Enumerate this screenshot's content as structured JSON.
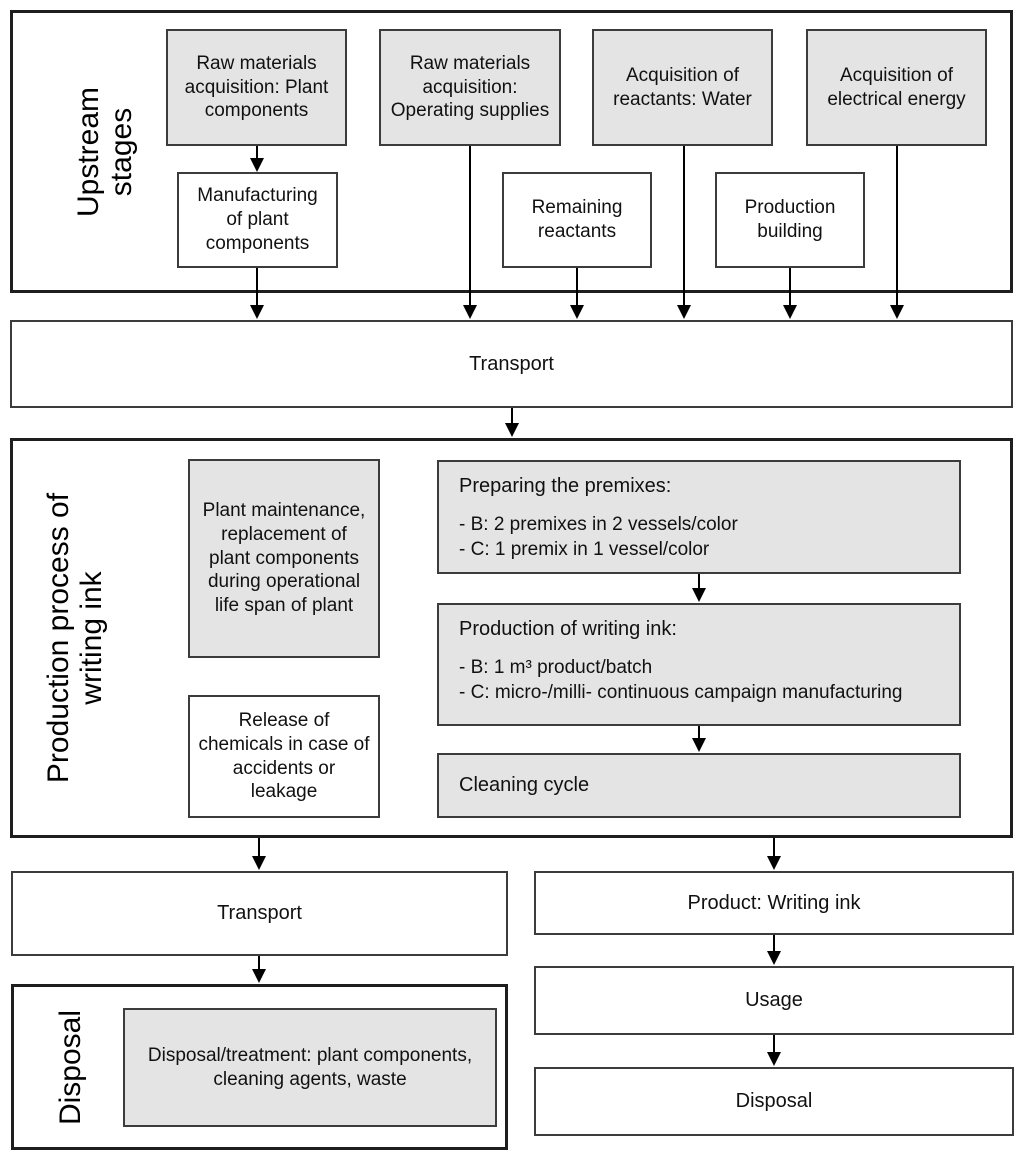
{
  "diagram": {
    "upstream": {
      "label_line1": "Upstream",
      "label_line2": "stages",
      "boxes": {
        "raw_plant": "Raw materials acquisition: Plant components",
        "raw_operating": "Raw materials acquisition: Operating supplies",
        "reactants_water": "Acquisition of reactants: Water",
        "electrical_energy": "Acquisition of electrical energy",
        "manufacturing": "Manufacturing of plant components",
        "remaining_reactants": "Remaining reactants",
        "production_building": "Production building"
      }
    },
    "transport_upper": "Transport",
    "production": {
      "label_line1": "Production process of",
      "label_line2": "writing ink",
      "plant_maintenance": "Plant maintenance, replacement of plant components during operational life span of plant",
      "release_chemicals": "Release of chemicals in case of accidents or leakage",
      "premixes": {
        "title": "Preparing the premixes:",
        "item_b": "- B: 2 premixes in 2 vessels/color",
        "item_c": "- C: 1 premix in 1 vessel/color"
      },
      "ink_production": {
        "title": "Production of writing ink:",
        "item_b": "- B: 1 m³ product/batch",
        "item_c": "- C: micro-/milli- continuous campaign manufacturing"
      },
      "cleaning_cycle": "Cleaning cycle"
    },
    "transport_lower": "Transport",
    "disposal_section": {
      "label": "Disposal",
      "treatment": "Disposal/treatment: plant components, cleaning agents, waste"
    },
    "product_chain": {
      "product": "Product: Writing ink",
      "usage": "Usage",
      "disposal": "Disposal"
    },
    "colors": {
      "box_gray": "#e4e4e4",
      "box_white": "#ffffff",
      "box_border": "#3c3c3c",
      "container_border": "#1e1e1e",
      "arrow": "#000000"
    }
  }
}
